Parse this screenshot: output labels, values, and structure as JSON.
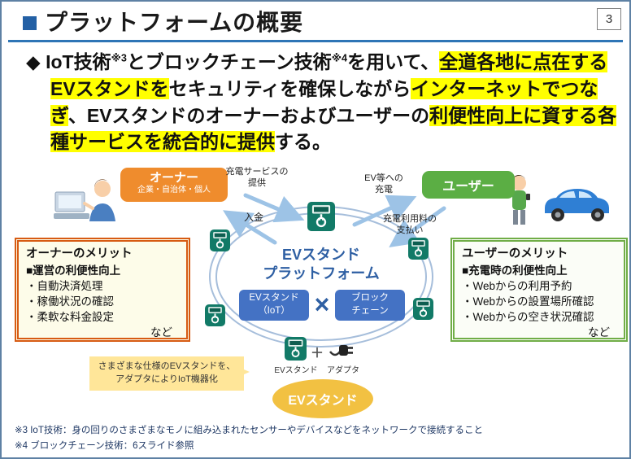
{
  "page_number": "3",
  "header": {
    "title": "プラットフォームの概要"
  },
  "intro": {
    "segments": [
      "◆ ",
      "IoT技術",
      "※3",
      "とブロックチェーン技術",
      "※4",
      "を用いて、",
      "全道各地に点在するEVスタンドを",
      "セキュリティを確保しながら",
      "インターネットでつなぎ",
      "、EVスタンドのオーナーおよびユーザーの",
      "利便性向上に資する各種サービスを統合的に提供",
      "する。"
    ]
  },
  "diagram": {
    "owner_box": {
      "title": "オーナー",
      "subtitle": "企業・自治体・個人"
    },
    "user_box": {
      "title": "ユーザー"
    },
    "flow_labels": {
      "charge_service_l1": "充電サービスの",
      "charge_service_l2": "提供",
      "deposit": "入金",
      "ev_charging_l1": "EV等への",
      "ev_charging_l2": "充電",
      "fee_payment_l1": "充電利用料の",
      "fee_payment_l2": "支払い"
    },
    "platform": {
      "name_line1": "EVスタンド",
      "name_line2": "プラットフォーム",
      "chip_left_line1": "EVスタンド",
      "chip_left_line2": "（IoT）",
      "times_mark": "×",
      "chip_right_line1": "ブロック",
      "chip_right_line2": "チェーン"
    },
    "owner_merits": {
      "title": "オーナーのメリット",
      "heading": "■運営の利便性向上",
      "items": [
        "・自動決済処理",
        "・稼働状況の確認",
        "・柔軟な料金設定"
      ],
      "etc": "など"
    },
    "user_merits": {
      "title": "ユーザーのメリット",
      "heading": "■充電時の利便性向上",
      "items": [
        "・Webからの利用予約",
        "・Webからの設置場所確認",
        "・Webからの空き状況確認"
      ],
      "etc": "など"
    },
    "callout": {
      "line1": "さまざまな仕様のEVスタンドを、",
      "line2": "アダプタによりIoT機器化"
    },
    "adapter_group": {
      "plus": "＋",
      "ev_stand_label": "EVスタンド",
      "adapter_label": "アダプタ"
    },
    "ev_stand_ellipse": "EVスタンド"
  },
  "footnotes": [
    "※3 IoT技術：身の回りのさまざまなモノに組み込まれたセンサーやデバイスなどをネットワークで接続すること",
    "※4 ブロックチェーン技術：6スライド参照"
  ],
  "colors": {
    "accent_blue": "#2E75B6",
    "highlight_yellow": "#FFFF00",
    "owner_orange": "#EF8C2D",
    "user_green": "#5BAE44",
    "chip_blue": "#4472C4",
    "merit_orange_border": "#D75B12",
    "merit_green_border": "#70AD47",
    "callout_yellow": "#FFE699",
    "ellipse_gold": "#F2C142",
    "ev_icon_teal": "#127A67"
  }
}
